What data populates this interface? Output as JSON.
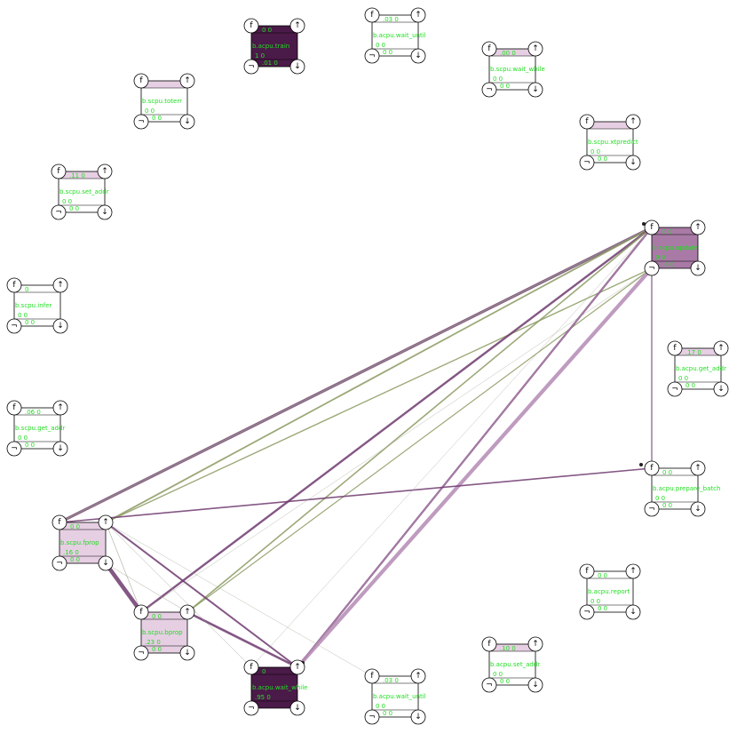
{
  "ports": {
    "f": "f",
    "up": "↑",
    "neg": "¬",
    "down": "↓"
  },
  "colors": {
    "edge_purple": "#6e3a6e",
    "edge_light_purple": "#b48ab4",
    "edge_green": "#8a9a60",
    "edge_grey": "#9aa08a",
    "fill_dark": "#4a1a48",
    "fill_mid": "#a97aa6",
    "fill_light": "#e6cfe3",
    "fill_pale": "#efe2ee",
    "text_green": "#22dd22"
  },
  "nodes": [
    {
      "id": "train",
      "label": "b.acpu.train",
      "top": "0 0",
      "bottom": "1   0",
      "bottom2": ".01  0",
      "fill": "dark"
    },
    {
      "id": "wait_until_top",
      "label": "b.acpu.wait_until",
      "top": ".03  0",
      "bottom": "0   0",
      "bottom2": "0   0",
      "fill": "none"
    },
    {
      "id": "toterr",
      "label": "b.scpu.toterr",
      "top": "",
      "bottom": "0   0",
      "bottom2": "0   0",
      "fill": "pale_top"
    },
    {
      "id": "wait_while_top",
      "label": "b.scpu.wait_while",
      "top": ".00  0",
      "bottom": "0   0",
      "bottom2": "0   0",
      "fill": "pale_top"
    },
    {
      "id": "xtpredict",
      "label": "b.scpu.xtpredict",
      "top": "",
      "bottom": "0   0",
      "bottom2": "0   0",
      "fill": "pale_top"
    },
    {
      "id": "set_addr_s",
      "label": "b.scpu.set_addr",
      "top": ".11  0",
      "bottom": "0   0",
      "bottom2": "0   0",
      "fill": "pale_top"
    },
    {
      "id": "update",
      "label": "b.acpu.update",
      "top": "0  0",
      "bottom": "0   0",
      "bottom2": ".0  0",
      "fill": "mid"
    },
    {
      "id": "infer",
      "label": "b.scpu.infer",
      "top": "0",
      "bottom": "0   0",
      "bottom2": "0   0",
      "fill": "none"
    },
    {
      "id": "get_addr_a",
      "label": "b.acpu.get_addr",
      "top": ".17  0",
      "bottom": "0   0",
      "bottom2": "0   0",
      "fill": "pale_top"
    },
    {
      "id": "get_addr_s",
      "label": "b.scpu.get_addr",
      "top": ".06  0",
      "bottom": "0   0",
      "bottom2": "0   0",
      "fill": "none"
    },
    {
      "id": "prepare_batch",
      "label": "b.acpu.prepare_batch",
      "top": "0  0",
      "bottom": "0   0",
      "bottom2": "0   0",
      "fill": "none"
    },
    {
      "id": "fprop",
      "label": "b.scpu.fprop",
      "top": "0  0",
      "bottom": ".16  0",
      "bottom2": "0   0",
      "fill": "light"
    },
    {
      "id": "report",
      "label": "b.acpu.report",
      "top": "0  0",
      "bottom": "0   0",
      "bottom2": "0   0",
      "fill": "none"
    },
    {
      "id": "bprop",
      "label": "b.scpu.bprop",
      "top": "0  0",
      "bottom": ".23  0",
      "bottom2": "0   0",
      "fill": "light"
    },
    {
      "id": "set_addr_a",
      "label": "b.acpu.set_addr",
      "top": ".10  0",
      "bottom": "0   0",
      "bottom2": "0   0",
      "fill": "pale_top"
    },
    {
      "id": "wait_while_bot",
      "label": "b.acpu.wait_while",
      "top": "0",
      "bottom": ".95  0",
      "bottom2": "",
      "fill": "dark"
    },
    {
      "id": "wait_until_bot",
      "label": "b.acpu.wait_until",
      "top": ".03  0",
      "bottom": "0   0",
      "bottom2": "0   0",
      "fill": "none"
    }
  ]
}
